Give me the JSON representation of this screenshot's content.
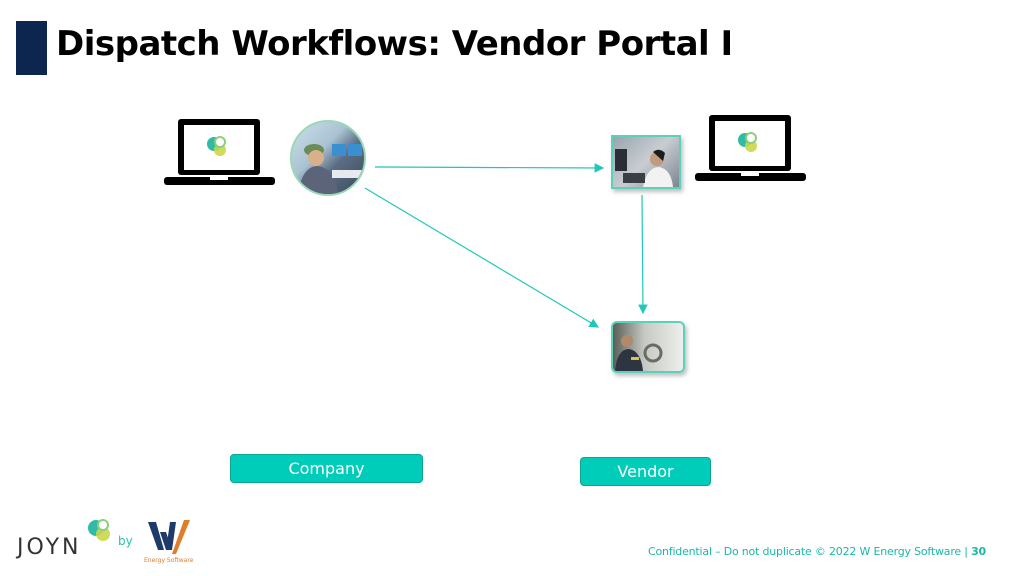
{
  "slide": {
    "title": "Dispatch Workflows: Vendor Portal I",
    "accent_color": "#0d2650",
    "arrow_color": "#1fc8b8"
  },
  "diagram": {
    "nodes": [
      {
        "id": "company-laptop",
        "icon": "laptop-icon"
      },
      {
        "id": "company-dispatcher",
        "icon": "dispatcher-photo",
        "description": "man at computer monitors"
      },
      {
        "id": "vendor-dispatcher",
        "icon": "vendor-dispatcher-photo",
        "description": "woman with headset at desk"
      },
      {
        "id": "vendor-laptop",
        "icon": "laptop-icon"
      },
      {
        "id": "vendor-driver",
        "icon": "driver-photo",
        "description": "truck driver in cab"
      }
    ],
    "edges": [
      {
        "from": "company-dispatcher",
        "to": "vendor-dispatcher"
      },
      {
        "from": "company-dispatcher",
        "to": "vendor-driver"
      },
      {
        "from": "vendor-dispatcher",
        "to": "vendor-driver"
      }
    ],
    "labels": {
      "company": "Company",
      "vendor": "Vendor"
    }
  },
  "footer": {
    "logo_text": "JOYN",
    "by_text": "by",
    "partner_logo_letter": "W",
    "partner_subtitle": "Energy Software",
    "confidential": "Confidential – Do not duplicate © 2022 W Energy Software | ",
    "page_number": "30"
  }
}
